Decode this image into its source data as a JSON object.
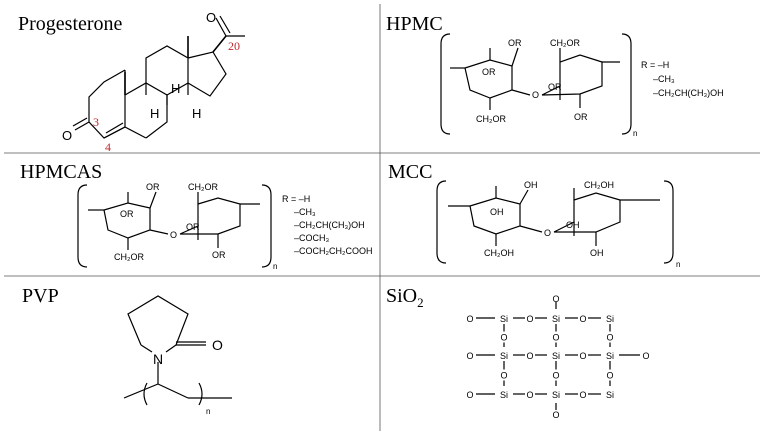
{
  "panels": {
    "progesterone": {
      "title": "Progesterone",
      "atoms": {
        "o_ring": "O",
        "o_acetyl": "O",
        "h1": "H",
        "h2": "H",
        "h3": "H"
      },
      "numbers": {
        "c3": "3",
        "c4": "4",
        "c20": "20"
      }
    },
    "hpmc": {
      "title": "HPMC",
      "subscript": "n",
      "labels": {
        "or1": "OR",
        "or2": "OR",
        "or3": "OR",
        "or4": "OR",
        "ch2or1": "CH₂OR",
        "ch2or2": "CH₂OR",
        "o_link": "O"
      },
      "r_group": [
        "R = –H",
        "–CH₃",
        "–CH₂CH(CH₃)OH"
      ]
    },
    "hpmcas": {
      "title": "HPMCAS",
      "subscript": "n",
      "labels": {
        "or1": "OR",
        "or2": "OR",
        "or3": "OR",
        "or4": "OR",
        "ch2or1": "CH₂OR",
        "ch2or2": "CH₂OR",
        "o_link": "O"
      },
      "r_group": [
        "R = –H",
        "–CH₃",
        "–CH₂CH(CH₃)OH",
        "–COCH₃",
        "–COCH₂CH₂COOH"
      ]
    },
    "mcc": {
      "title": "MCC",
      "subscript": "n",
      "labels": {
        "oh1": "OH",
        "oh2": "OH",
        "oh3": "OH",
        "oh4": "OH",
        "ch2oh1": "CH₂OH",
        "ch2oh2": "CH₂OH",
        "o_link": "O"
      }
    },
    "pvp": {
      "title": "PVP",
      "atoms": {
        "n": "N",
        "o": "O"
      },
      "subscript": "n"
    },
    "sio2": {
      "title": "SiO",
      "title_sub": "2",
      "si": "Si",
      "o": "O"
    }
  }
}
